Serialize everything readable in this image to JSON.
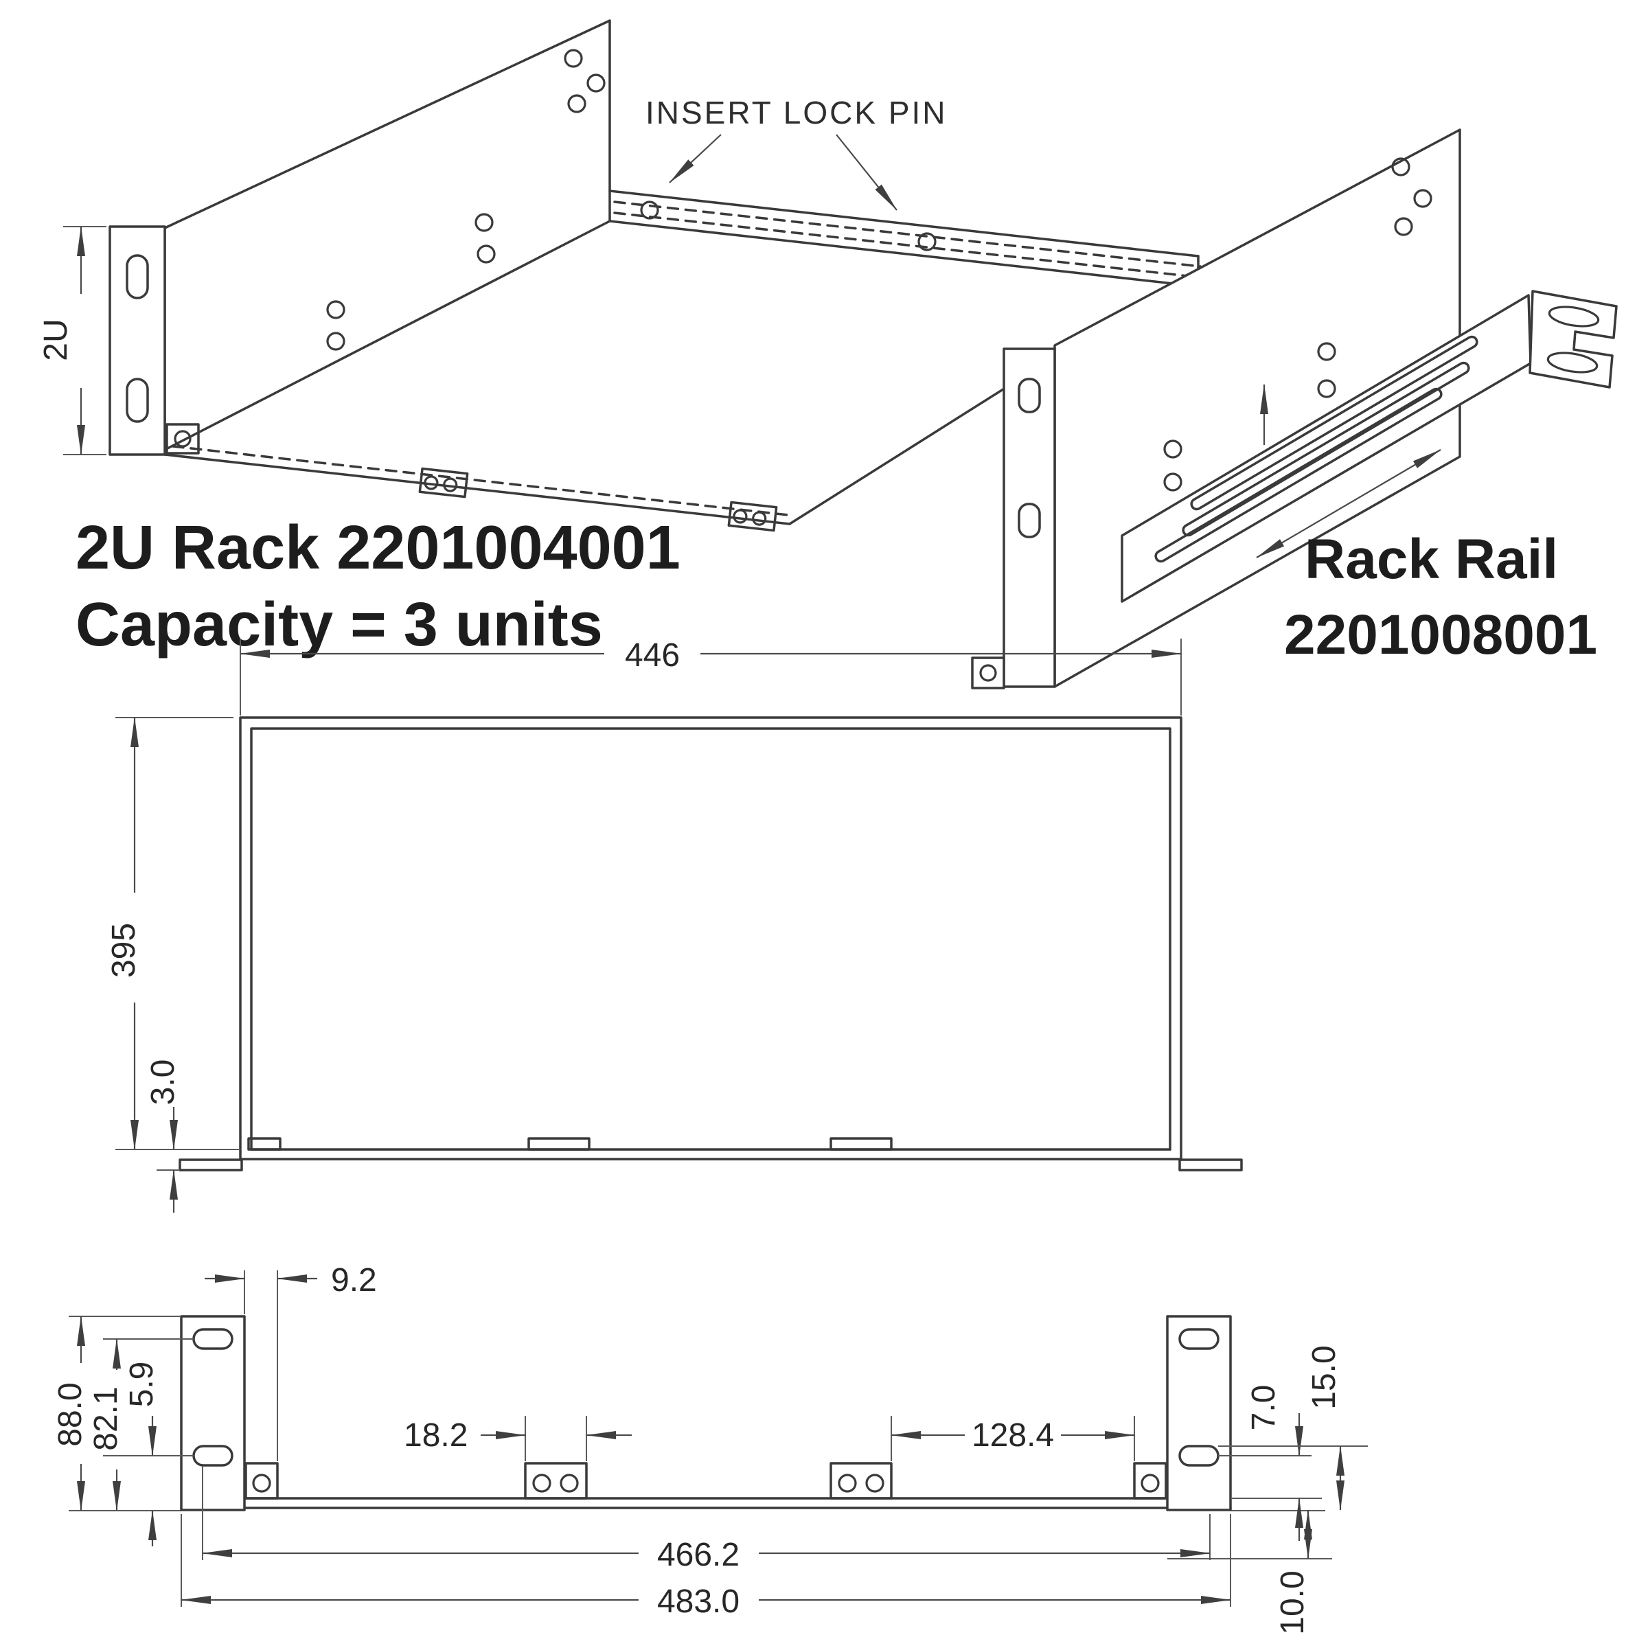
{
  "colors": {
    "background": "#ffffff",
    "line": "#3a3a3a",
    "text": "#1d1d1d"
  },
  "isometric": {
    "lock_pin_annotation": "INSERT LOCK PIN",
    "rack_height_dim": "2U",
    "rack_title": "2U Rack 2201004001",
    "rack_capacity": "Capacity = 3 units",
    "rail_title": "Rack Rail",
    "rail_part_number": "2201008001"
  },
  "top_view": {
    "inner_width": "446",
    "depth": "395",
    "flange_thickness": "3.0"
  },
  "front_view": {
    "ear_to_tab_offset": "9.2",
    "ear_height": "88.0",
    "slot_to_base": "82.1",
    "slot_margin": "5.9",
    "tab_width": "18.2",
    "tab_spacing": "128.4",
    "slot_width": "7.0",
    "slot_length": "15.0",
    "inner_width": "466.2",
    "overall_width": "483.0",
    "base_drop": "10.0"
  }
}
